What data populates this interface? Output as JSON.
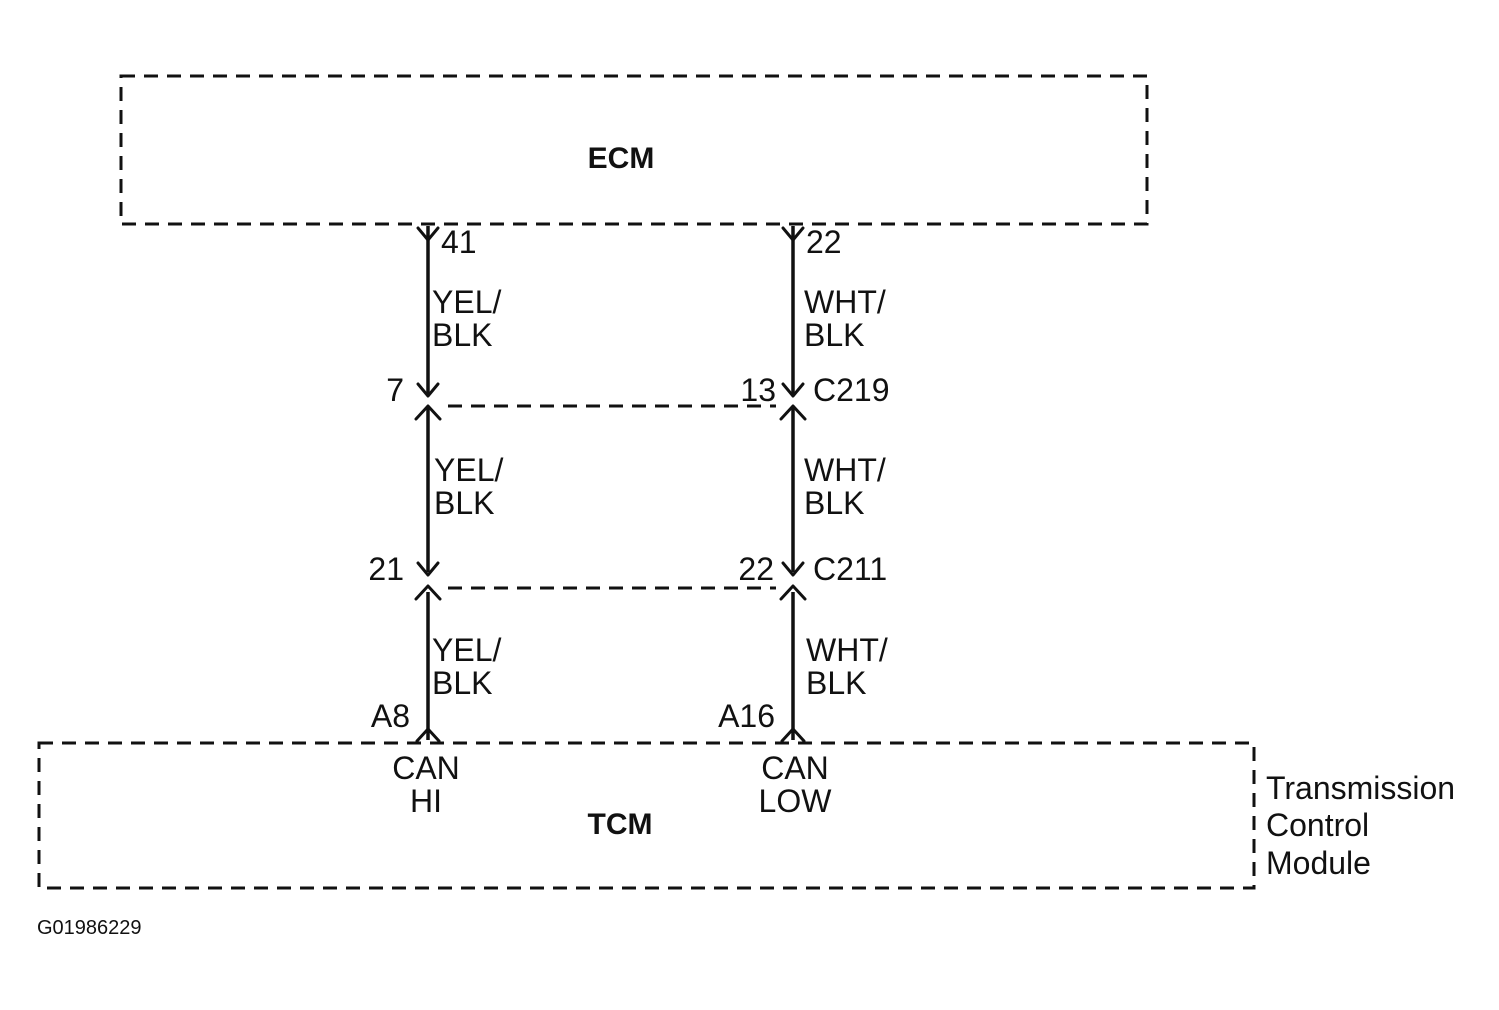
{
  "modules": {
    "ecm": {
      "label": "ECM"
    },
    "tcm": {
      "label": "TCM",
      "description": [
        "Transmission",
        "Control",
        "Module"
      ]
    }
  },
  "ecm_pins": {
    "left": "41",
    "right": "22"
  },
  "connectors": {
    "c219": {
      "name": "C219",
      "left_pin": "7",
      "right_pin": "13"
    },
    "c211": {
      "name": "C211",
      "left_pin": "21",
      "right_pin": "22"
    }
  },
  "tcm_pins": {
    "left": {
      "pin": "A8",
      "signal": [
        "CAN",
        "HI"
      ]
    },
    "right": {
      "pin": "A16",
      "signal": [
        "CAN",
        "LOW"
      ]
    }
  },
  "wire_colors": {
    "left": [
      "YEL/",
      "BLK"
    ],
    "right": [
      "WHT/",
      "BLK"
    ]
  },
  "figure_id": "G01986229"
}
